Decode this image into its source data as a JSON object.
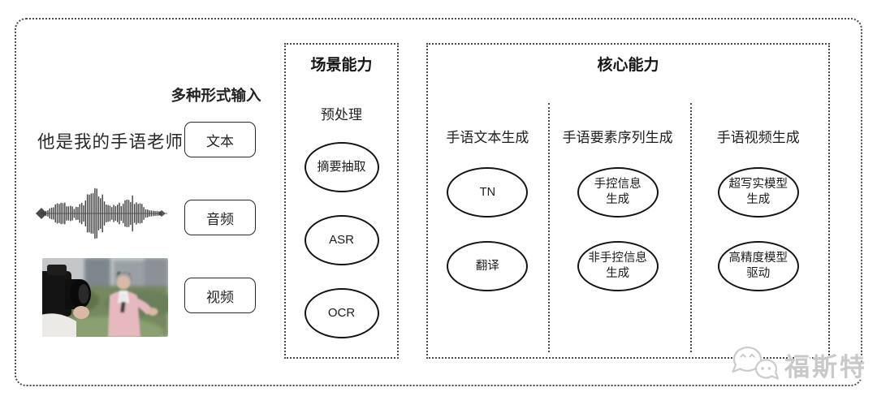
{
  "colors": {
    "ink": "#1f1f1f",
    "line": "#141414",
    "dotted_border": "#4a4a4a",
    "watermark": "#c9c9c9",
    "background": "#ffffff"
  },
  "input_section": {
    "title": "多种形式输入",
    "text_sample": "他是我的手语老师",
    "items": [
      {
        "label": "文本"
      },
      {
        "label": "音频"
      },
      {
        "label": "视频"
      }
    ]
  },
  "scene_panel": {
    "title": "场景能力",
    "subtitle": "预处理",
    "nodes": [
      "摘要抽取",
      "ASR",
      "OCR"
    ]
  },
  "core_panel": {
    "title": "核心能力",
    "columns": [
      {
        "header": "手语文本生成",
        "nodes": [
          "TN",
          "翻译"
        ]
      },
      {
        "header": "手语要素序列生成",
        "nodes": [
          "手控信息\n生成",
          "非手控信息\n生成"
        ]
      },
      {
        "header": "手语视频生成",
        "nodes": [
          "超写实模型\n生成",
          "高精度模型\n驱动"
        ]
      }
    ]
  },
  "watermark": {
    "text": "福斯特",
    "icon": "wechat-bubbles-icon"
  }
}
